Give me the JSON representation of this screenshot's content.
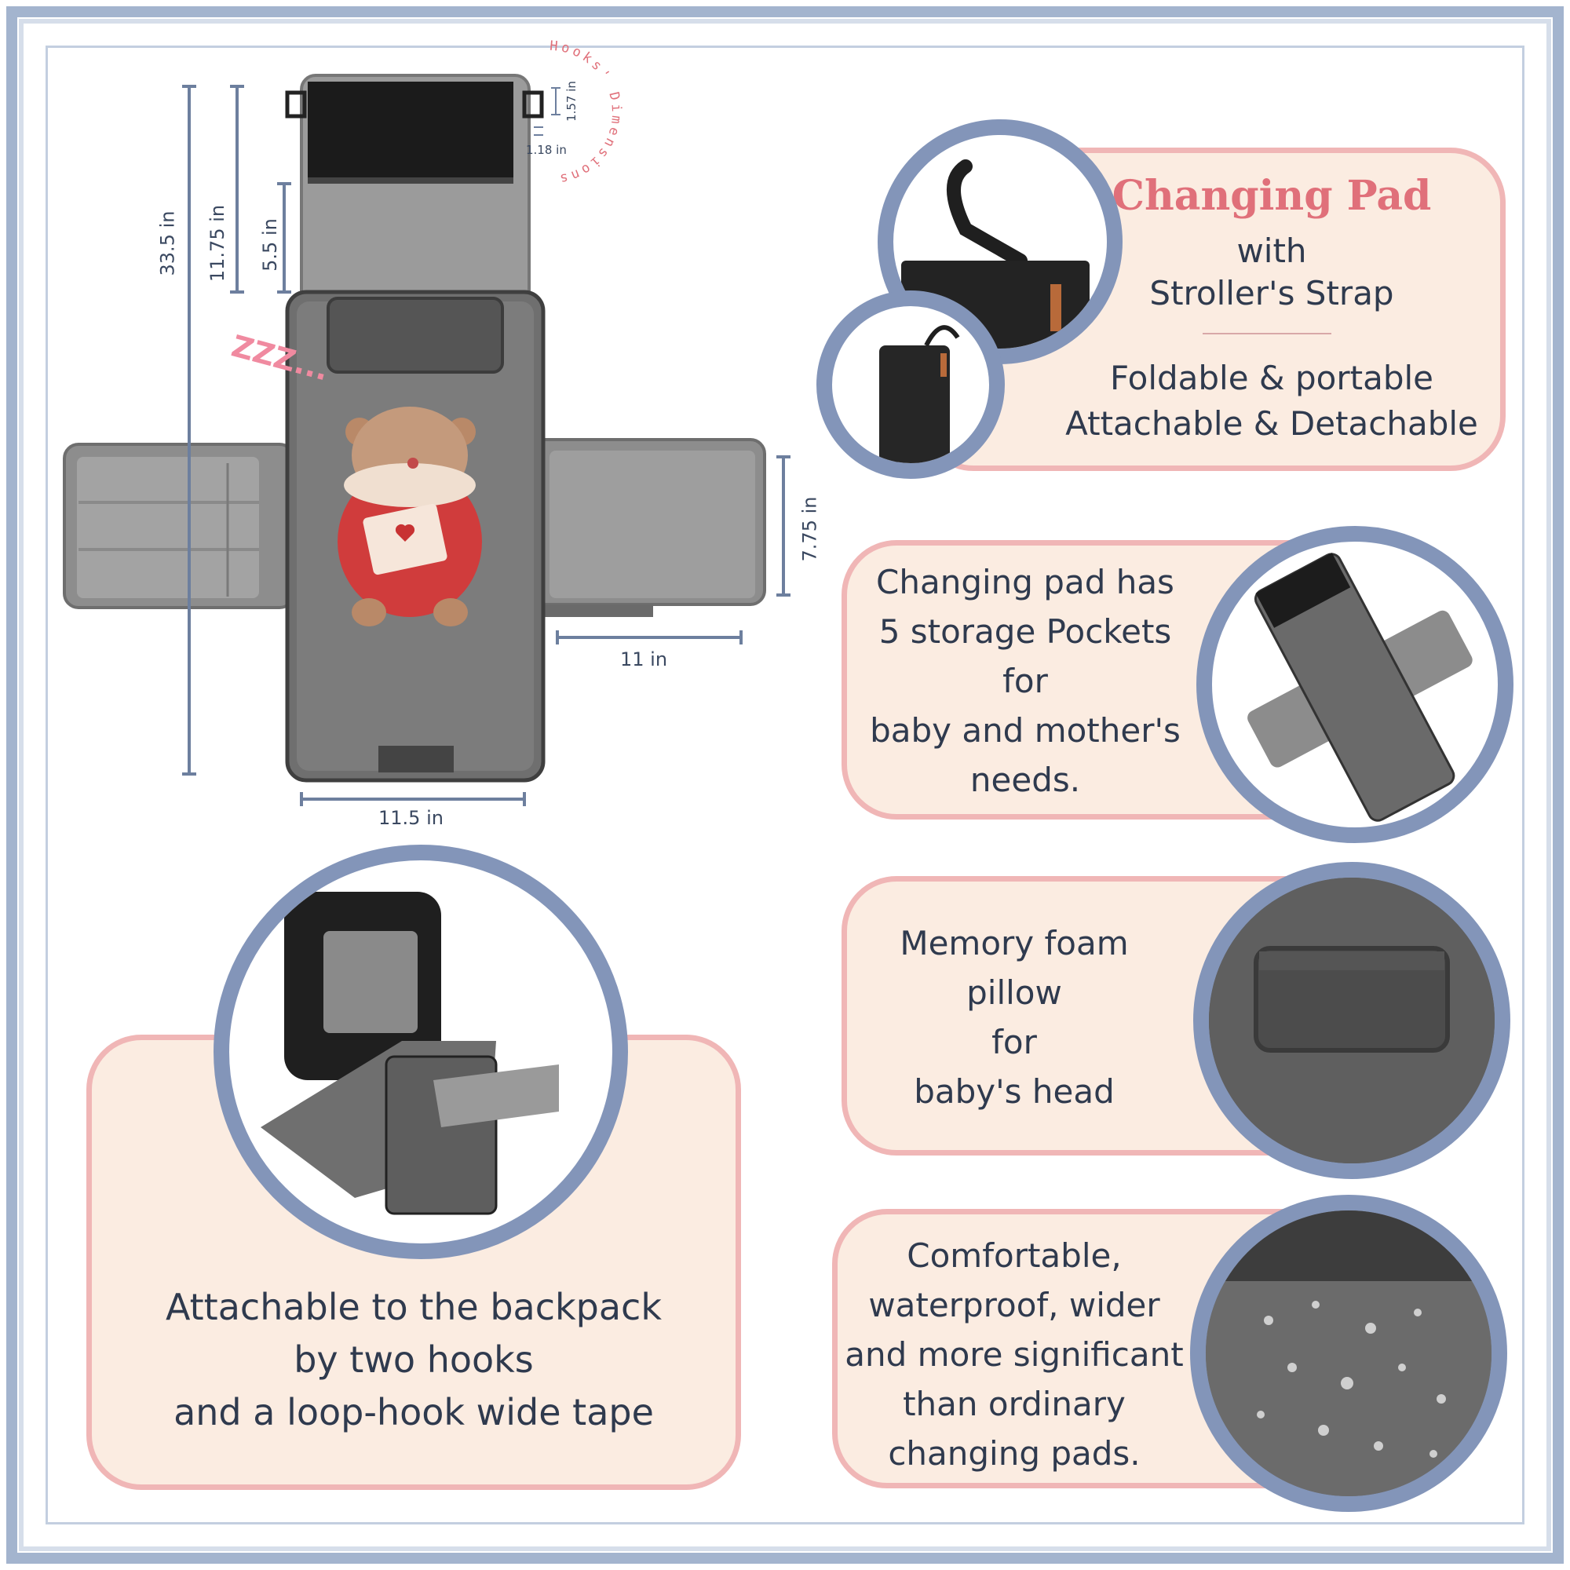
{
  "dimensions": {
    "total_length": "33.5 in",
    "top_flap_length": "11.75 in",
    "head_section": "5.5 in",
    "hook_height": "1.57 in",
    "hook_gap": "1.18 in",
    "wing_height": "7.75 in",
    "wing_width": "11 in",
    "pad_width": "11.5 in",
    "hooks_curve_label": "Hooks' Dimensions"
  },
  "sleep_text": "ZZZ...",
  "feature_strap": {
    "title": "Changing Pad",
    "subtitle_1": "with",
    "subtitle_2": "Stroller's Strap",
    "line_1": "Foldable & portable",
    "line_2": "Attachable & Detachable"
  },
  "feature_pockets": {
    "lines": [
      "Changing pad has",
      "5 storage Pockets",
      "for",
      "baby and mother's",
      "needs."
    ]
  },
  "feature_pillow": {
    "lines": [
      "Memory foam",
      "pillow",
      "for",
      "baby's head"
    ]
  },
  "feature_waterproof": {
    "lines": [
      "Comfortable,",
      "waterproof, wider",
      "and more significant",
      "than ordinary",
      "changing pads."
    ]
  },
  "feature_backpack": {
    "lines": [
      "Attachable to the backpack",
      "by two hooks",
      "and a loop-hook wide tape"
    ]
  },
  "colors": {
    "card_bg": "#fbece1",
    "card_border": "#f0b6b6",
    "circle_border": "#8395b9",
    "title_pink": "#e0707a",
    "text_dark": "#2f3a4e"
  }
}
